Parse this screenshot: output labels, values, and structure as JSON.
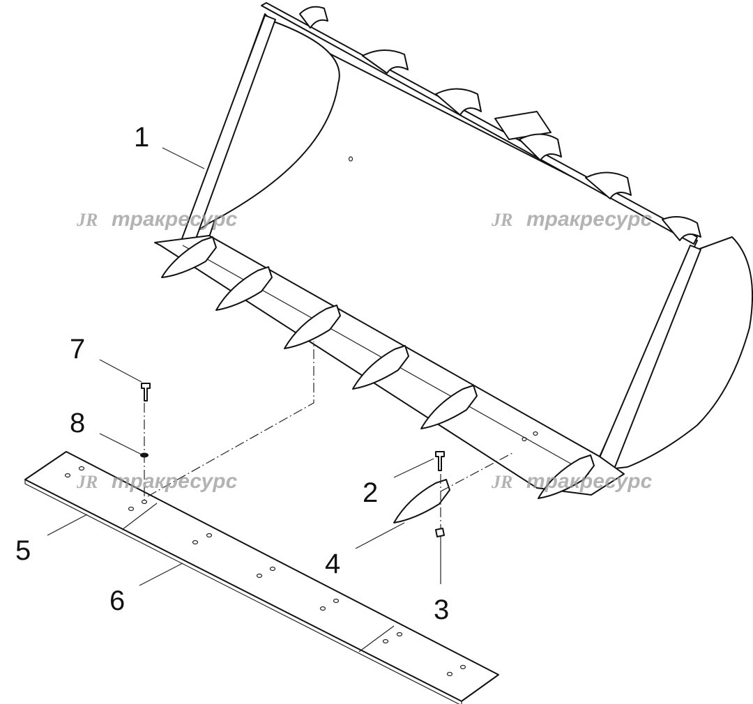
{
  "callouts": [
    {
      "label": "1"
    },
    {
      "label": "2"
    },
    {
      "label": "3"
    },
    {
      "label": "4"
    },
    {
      "label": "5"
    },
    {
      "label": "6"
    },
    {
      "label": "7"
    },
    {
      "label": "8"
    }
  ],
  "watermark": {
    "logo": "JR",
    "text": "тракресурс"
  }
}
